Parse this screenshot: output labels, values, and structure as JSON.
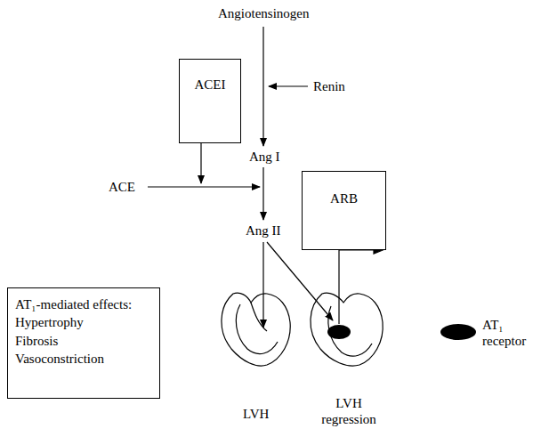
{
  "diagram": {
    "nodes": [
      {
        "text": [
          "ACEI"
        ]
      },
      {
        "text": [
          "ARB"
        ]
      },
      {
        "text": [
          "AT₁-mediated effects:",
          "Hypertrophy",
          "Fibrosis",
          "Vasoconstriction"
        ]
      }
    ],
    "labels": [
      "Angiotensinogen",
      "Renin",
      "Ang I",
      "ACE",
      "Ang II",
      "LVH",
      "LVH regression"
    ],
    "legend": [
      {
        "text": "AT₁ receptor",
        "color": "#000000"
      }
    ]
  }
}
